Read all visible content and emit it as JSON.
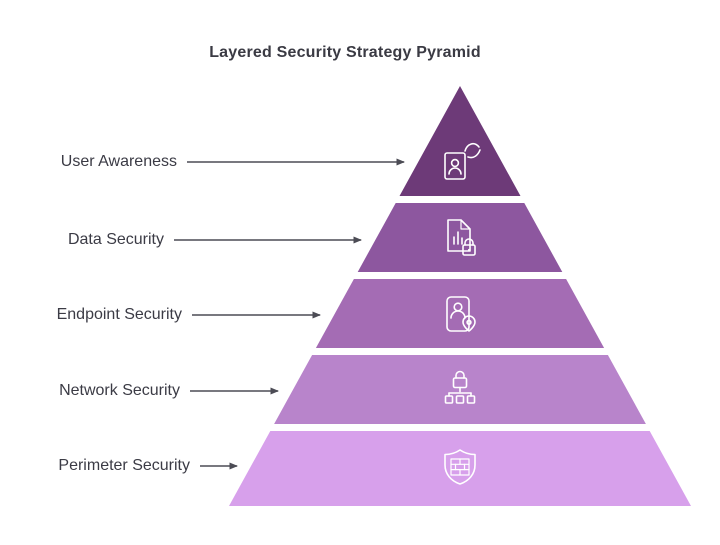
{
  "title": "Layered Security Strategy Pyramid",
  "background_color": "#ffffff",
  "text_color": "#3b3b45",
  "arrow_color": "#4c4c55",
  "layers": [
    {
      "label": "User Awareness",
      "color": "#6d3a78",
      "icon": "hand-picking-id-card-icon"
    },
    {
      "label": "Data Security",
      "color": "#8d579f",
      "icon": "document-chart-lock-icon"
    },
    {
      "label": "Endpoint Security",
      "color": "#a46cb4",
      "icon": "mobile-user-location-icon"
    },
    {
      "label": "Network Security",
      "color": "#b884cb",
      "icon": "network-lock-icon"
    },
    {
      "label": "Perimeter Security",
      "color": "#d7a0eb",
      "icon": "shield-brick-wall-icon"
    }
  ]
}
